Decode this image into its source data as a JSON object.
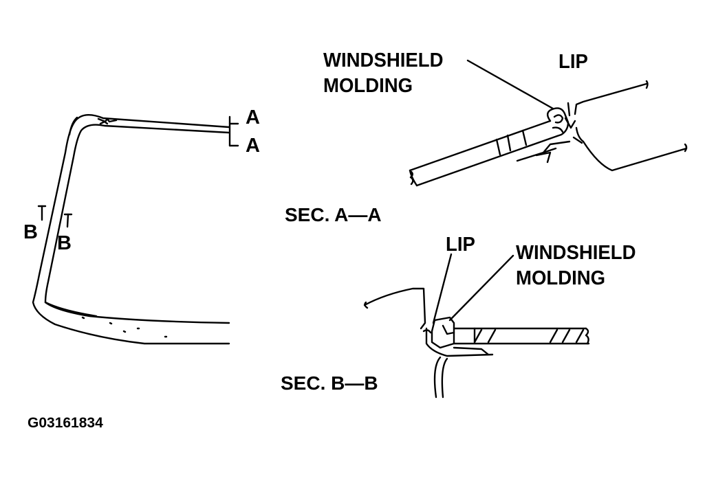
{
  "labels": {
    "windshield_molding_a_line1": "WINDSHIELD",
    "windshield_molding_a_line2": "MOLDING",
    "lip_a": "LIP",
    "section_a": "SEC. A—A",
    "lip_b": "LIP",
    "windshield_molding_b_line1": "WINDSHIELD",
    "windshield_molding_b_line2": "MOLDING",
    "section_b": "SEC. B—B",
    "cut_a_upper": "A",
    "cut_a_lower": "A",
    "cut_b_left": "B",
    "cut_b_right": "B",
    "figure_code": "G03161834"
  },
  "colors": {
    "ink": "#000000",
    "paper": "#ffffff"
  }
}
